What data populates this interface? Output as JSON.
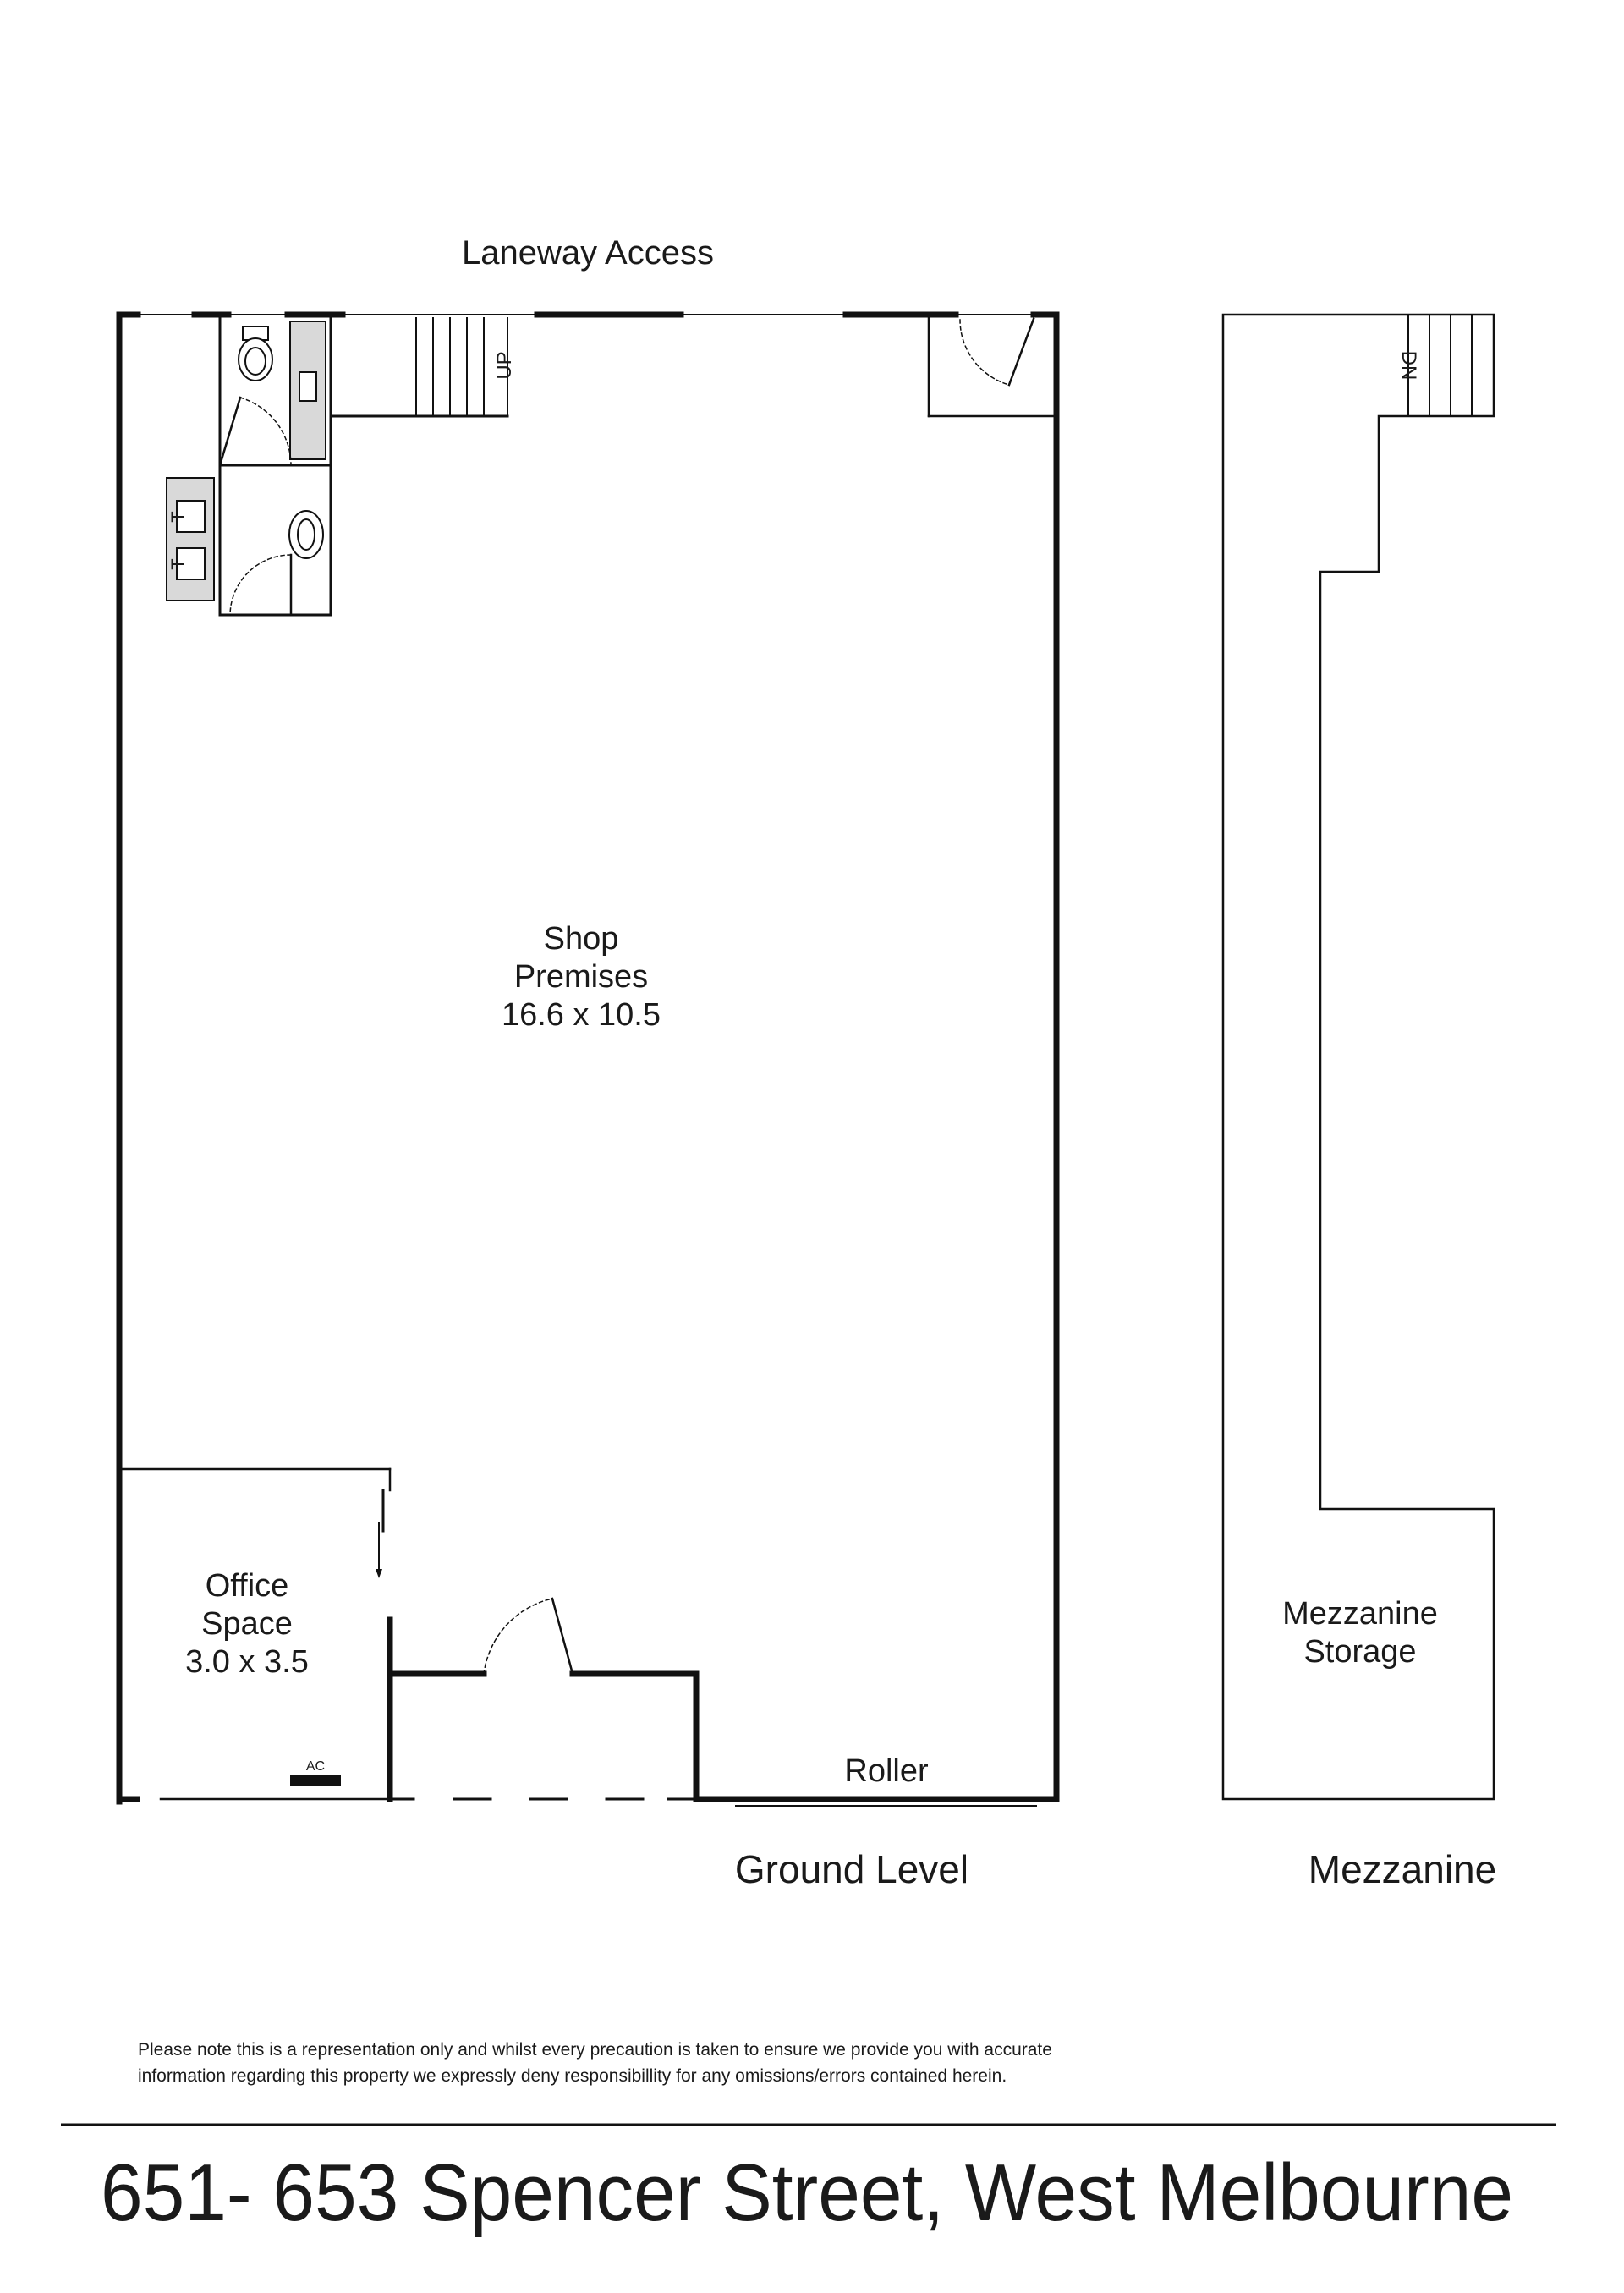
{
  "plan": {
    "ground_level": {
      "title": "Ground Level",
      "access_label": "Laneway Access",
      "rooms": {
        "shop": {
          "name_line1": "Shop",
          "name_line2": "Premises",
          "dimensions": "16.6 x 10.5"
        },
        "office": {
          "name_line1": "Office",
          "name_line2": "Space",
          "dimensions": "3.0 x 3.5"
        }
      },
      "stairs_label": "UP",
      "roller_label": "Roller",
      "ac_label": "AC",
      "tub_label": "T"
    },
    "mezzanine": {
      "title": "Mezzanine",
      "stairs_label": "DN",
      "rooms": {
        "storage": {
          "name_line1": "Mezzanine",
          "name_line2": "Storage"
        }
      }
    },
    "disclaimer": {
      "line1": "Please note this is a representation only and whilst every precaution is taken to ensure we provide you with accurate",
      "line2": "information regarding this property we expressly deny responsibillity for any omissions/errors contained herein."
    },
    "address": "651- 653 Spencer Street, West Melbourne"
  }
}
